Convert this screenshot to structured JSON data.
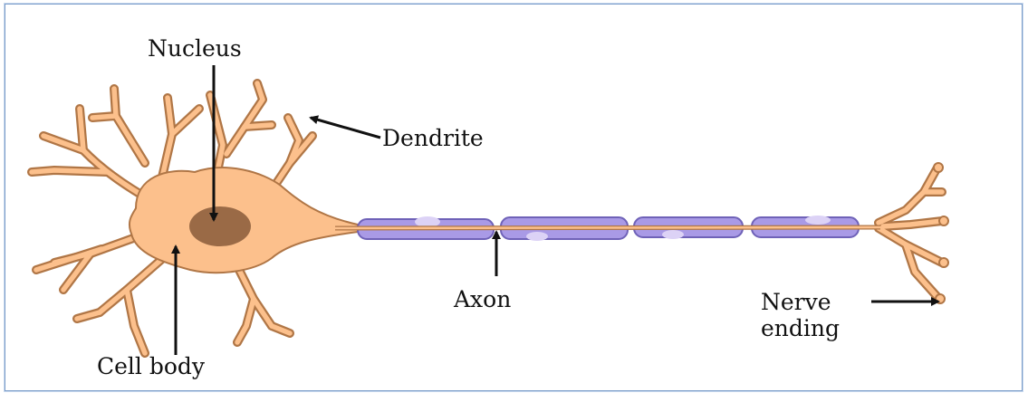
{
  "labels": {
    "nucleus": "Nucleus",
    "dendrite": "Dendrite",
    "axon": "Axon",
    "nerve_ending_line1": "Nerve",
    "nerve_ending_line2": "ending",
    "cell_body": "Cell body"
  },
  "colors": {
    "cell_fill": "#fcc08c",
    "cell_outline": "#b07646",
    "nucleus_fill": "#9a6a46",
    "myelin_fill": "#a99ae6",
    "myelin_outline": "#6f62b8",
    "arrow": "#111111",
    "frame": "#7a9cc9"
  }
}
